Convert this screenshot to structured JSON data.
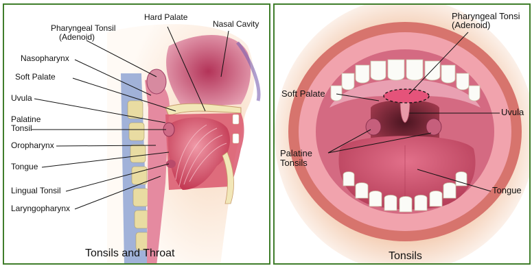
{
  "left_panel": {
    "caption": "Tonsils and Throat",
    "labels": {
      "hard_palate": "Hard Palate",
      "nasal_cavity": "Nasal Cavity",
      "pharyngeal_tonsil_1": "Pharyngeal Tonsil",
      "pharyngeal_tonsil_2": "(Adenoid)",
      "nasopharynx": "Nasopharynx",
      "soft_palate": "Soft Palate",
      "uvula": "Uvula",
      "palatine_tonsil_1": "Palatine",
      "palatine_tonsil_2": "Tonsil",
      "oropharynx": "Oropharynx",
      "tongue": "Tongue",
      "lingual_tonsil": "Lingual Tonsil",
      "laryngopharynx": "Laryngopharynx"
    }
  },
  "right_panel": {
    "caption": "Tonsils",
    "labels": {
      "pharyngeal_tonsil_1": "Pharyngeal Tonsi",
      "pharyngeal_tonsil_2": "(Adenoid)",
      "soft_palate": "Soft Palate",
      "uvula": "Uvula",
      "palatine_tonsils_1": "Palatine",
      "palatine_tonsils_2": "Tonsils",
      "tongue": "Tongue"
    }
  },
  "colors": {
    "frame": "#3f7d2a",
    "skin": "#f3c9a6",
    "tissue": "#d9576d",
    "tongue": "#c84a5e",
    "bone": "#f2e7b8",
    "spine": "#7a8fc2",
    "leader": "#111111"
  }
}
